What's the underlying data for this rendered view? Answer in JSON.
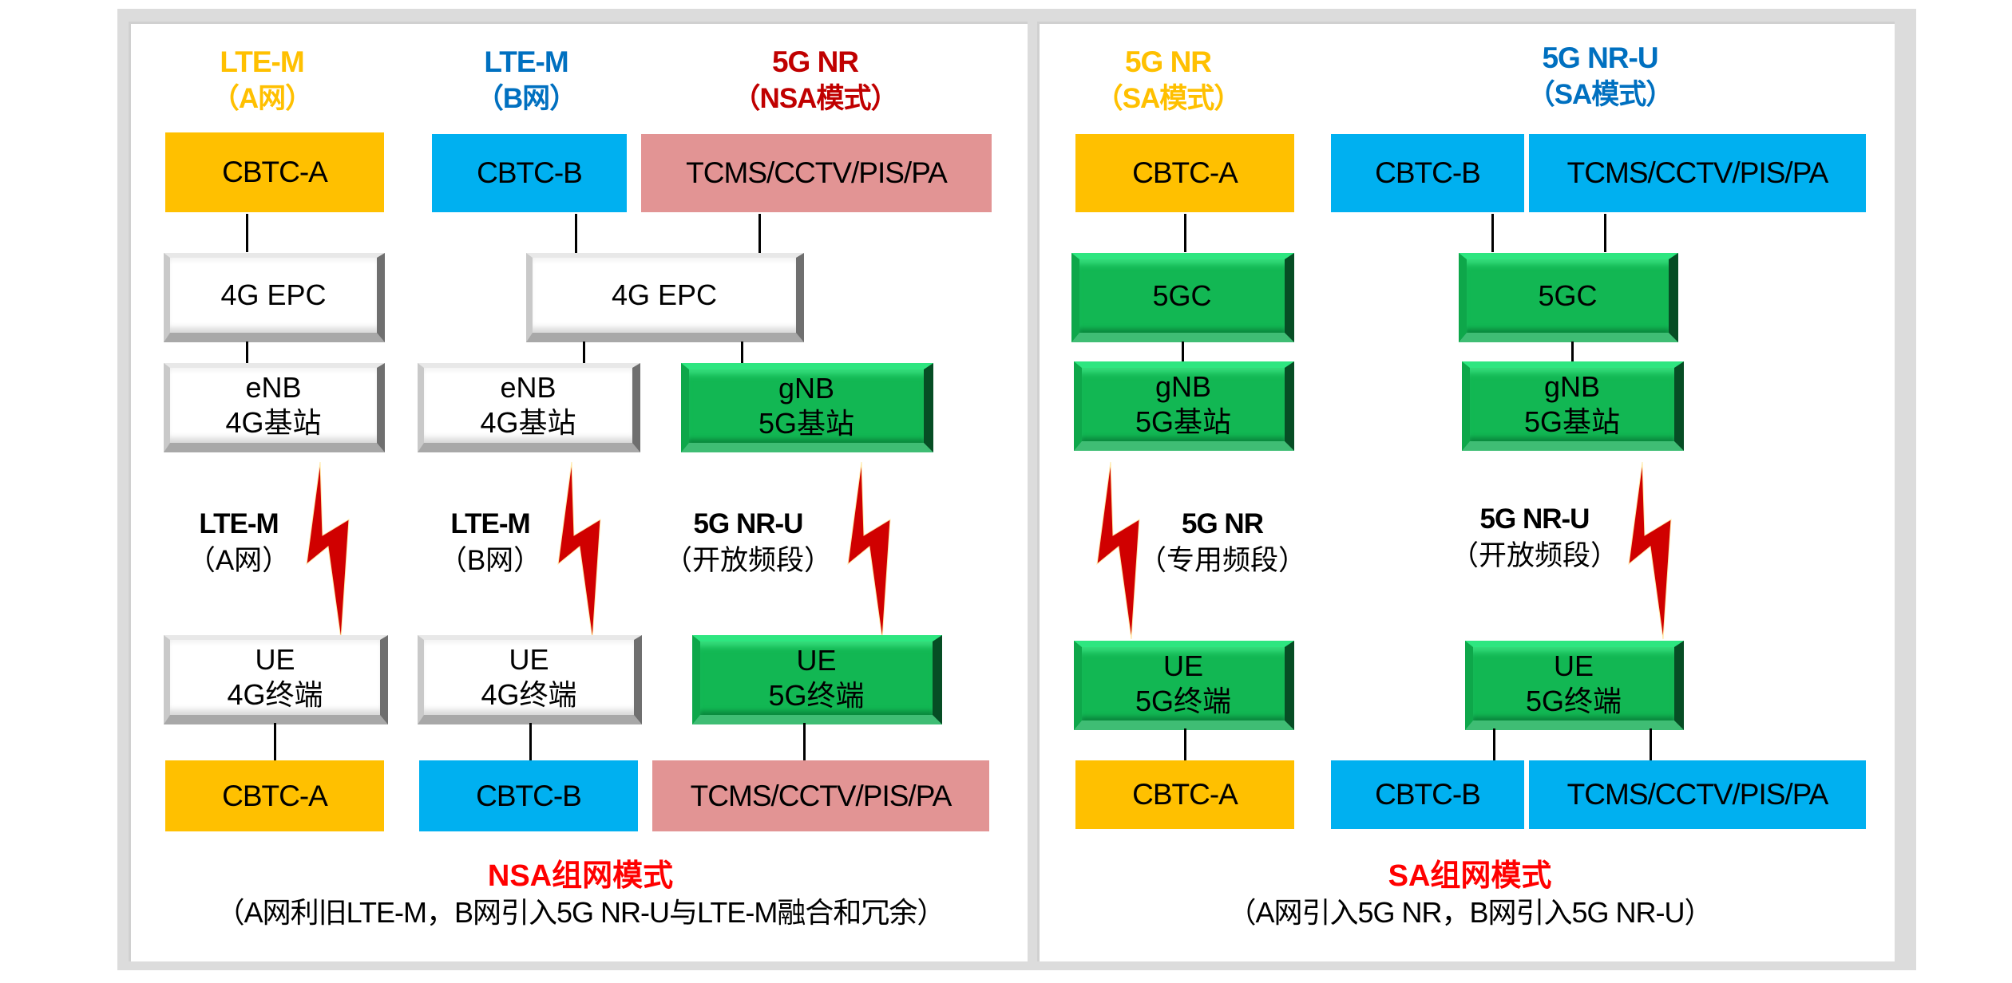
{
  "colors": {
    "cbtc_a": "#ffc000",
    "cbtc_b": "#00b0f0",
    "tcms": "#e29494",
    "core_green": "#12b753",
    "core_gray": "#ffffff",
    "header_yellow": "#ffc000",
    "header_blue": "#0070c0",
    "header_red": "#c00000",
    "caption_red": "#ff0000",
    "bolt_red": "#d00000"
  },
  "nsa": {
    "headers": [
      {
        "line1": "LTE-M",
        "line2": "（A网）",
        "color": "#ffc000"
      },
      {
        "line1": "LTE-M",
        "line2": "（B网）",
        "color": "#0070c0"
      },
      {
        "line1": "5G NR",
        "line2": "（NSA模式）",
        "color": "#c00000"
      }
    ],
    "top_services": [
      "CBTC-A",
      "CBTC-B",
      "TCMS/CCTV/PIS/PA"
    ],
    "core": [
      "4G EPC",
      "4G EPC"
    ],
    "base_stations": [
      {
        "line1": "eNB",
        "line2": "4G基站"
      },
      {
        "line1": "eNB",
        "line2": "4G基站"
      },
      {
        "line1": "gNB",
        "line2": "5G基站"
      }
    ],
    "radio_links": [
      {
        "line1": "LTE-M",
        "line2": "（A网）"
      },
      {
        "line1": "LTE-M",
        "line2": "（B网）"
      },
      {
        "line1": "5G NR-U",
        "line2": "（开放频段）"
      }
    ],
    "terminals": [
      {
        "line1": "UE",
        "line2": "4G终端"
      },
      {
        "line1": "UE",
        "line2": "4G终端"
      },
      {
        "line1": "UE",
        "line2": "5G终端"
      }
    ],
    "bottom_services": [
      "CBTC-A",
      "CBTC-B",
      "TCMS/CCTV/PIS/PA"
    ],
    "caption_title": "NSA组网模式",
    "caption_sub": "（A网利旧LTE-M，B网引入5G NR-U与LTE-M融合和冗余）"
  },
  "sa": {
    "headers": [
      {
        "line1": "5G NR",
        "line2": "（SA模式）",
        "color": "#ffc000"
      },
      {
        "line1": "5G NR-U",
        "line2": "（SA模式）",
        "color": "#0070c0"
      }
    ],
    "top_services": [
      "CBTC-A",
      "CBTC-B",
      "TCMS/CCTV/PIS/PA"
    ],
    "core": [
      "5GC",
      "5GC"
    ],
    "base_stations": [
      {
        "line1": "gNB",
        "line2": "5G基站"
      },
      {
        "line1": "gNB",
        "line2": "5G基站"
      }
    ],
    "radio_links": [
      {
        "line1": "5G NR",
        "line2": "（专用频段）"
      },
      {
        "line1": "5G NR-U",
        "line2": "（开放频段）"
      }
    ],
    "terminals": [
      {
        "line1": "UE",
        "line2": "5G终端"
      },
      {
        "line1": "UE",
        "line2": "5G终端"
      }
    ],
    "bottom_services": [
      "CBTC-A",
      "CBTC-B",
      "TCMS/CCTV/PIS/PA"
    ],
    "caption_title": "SA组网模式",
    "caption_sub": "（A网引入5G NR，B网引入5G NR-U）"
  }
}
